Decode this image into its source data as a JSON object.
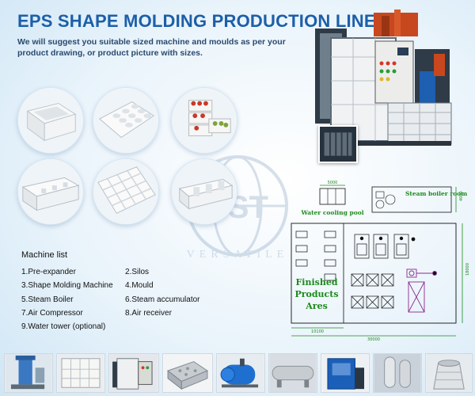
{
  "header": {
    "title": "EPS SHAPE MOLDING PRODUCTION LINE",
    "subtitle": "We will suggest you suitable sized machine and moulds as per your product drawing, or product picture with sizes."
  },
  "machine_list": {
    "title": "Machine list",
    "items": [
      "1.Pre-expander",
      "2.Silos",
      "3.Shape Molding Machine",
      "4.Mould",
      "5.Steam Boiler",
      "6.Steam accumulator",
      "7.Air Compressor",
      "8.Air receiver",
      "9.Water tower (optional)"
    ]
  },
  "layout_plan": {
    "water_cooling_pool": "Water cooling pool",
    "steam_boiler_room": "Steam boiler room",
    "finished_products_area": [
      "Finished",
      "Products",
      "Ares"
    ],
    "dim_top": "5000",
    "dim_side": "4000",
    "dim_right": "18000",
    "dim_inner": "10100",
    "dim_total": "30000"
  },
  "watermark_text": "VERSATILE",
  "watermark_logo": "VST",
  "product_images": [
    "eps-box",
    "eps-tray",
    "eps-fruit-box",
    "eps-corner-protector",
    "eps-ceiling-panel",
    "eps-packaging-blocks"
  ],
  "thumbnails": [
    "pre-expander",
    "silos",
    "shape-molding-machine",
    "mould",
    "steam-boiler",
    "steam-accumulator",
    "air-compressor",
    "air-receiver",
    "water-tower"
  ]
}
